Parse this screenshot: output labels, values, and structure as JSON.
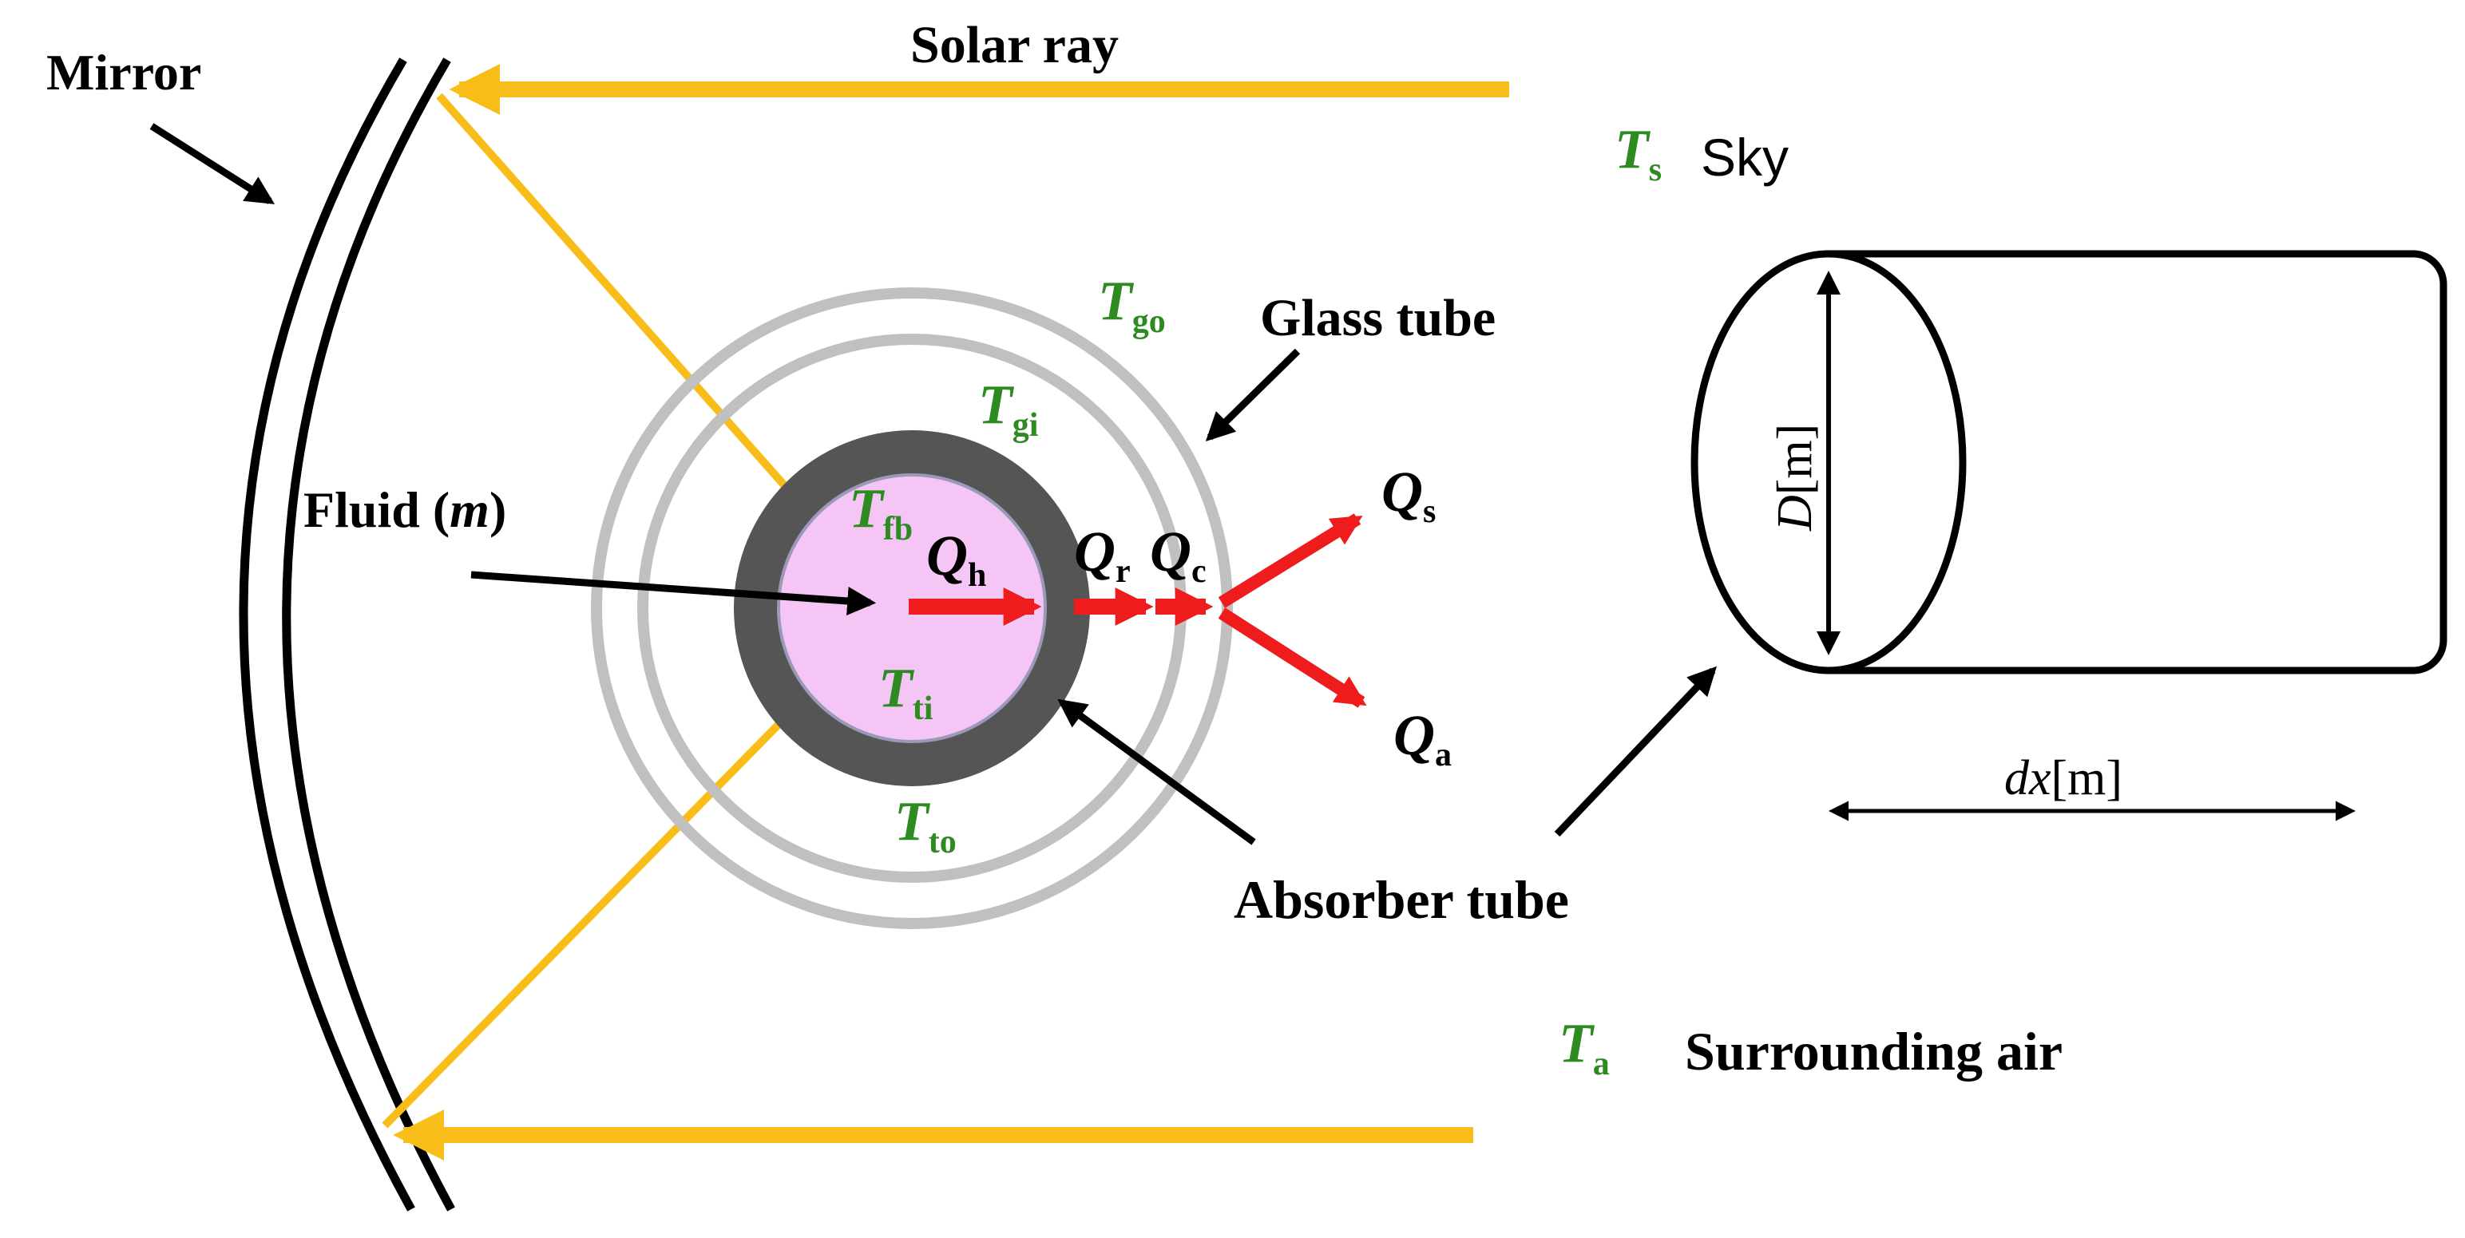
{
  "colors": {
    "ray": "#F9BD19",
    "heat_arrow": "#EE1C1C",
    "temperature": "#2E8B22",
    "glass": "#C0C0C0",
    "absorber": "#555555",
    "fluid": "#F5C5F5",
    "line": "#000000"
  },
  "labels": {
    "mirror": "Mirror",
    "solar_ray": "Solar ray",
    "sky": "Sky",
    "glass_tube": "Glass tube",
    "fluid_open": "Fluid (",
    "fluid_m": "m",
    "fluid_close": ")",
    "absorber_tube": "Absorber tube",
    "surrounding_air": "Surrounding  air"
  },
  "temperatures": {
    "T": "T",
    "s": "s",
    "go": "go",
    "gi": "gi",
    "fb": "fb",
    "ti": "ti",
    "to": "to",
    "a": "a"
  },
  "heat_flows": {
    "Q": "Q",
    "h": "h",
    "r": "r",
    "c": "c",
    "s": "s",
    "a": "a"
  },
  "element": {
    "D": "D",
    "dx": "dx",
    "unit": "[m]"
  }
}
